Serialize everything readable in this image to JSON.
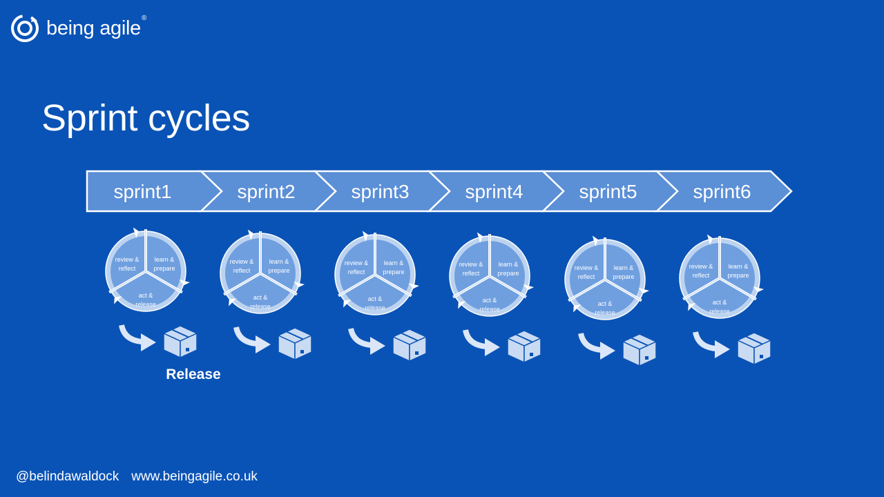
{
  "brand": {
    "logo_icon": "being-agile-logo-icon",
    "name": "being agile",
    "registered_mark": "®"
  },
  "title": "Sprint cycles",
  "colors": {
    "background": "#0a53b6",
    "chevron_fill": "#5b8fd6",
    "cycle_fill": "#6f9fdf",
    "cycle_ring": "#bcd3f0",
    "outline": "#ffffff",
    "arrow": "#dbe7f8",
    "box": "#c9dbf3"
  },
  "sprints": [
    {
      "label": "sprint1",
      "cycle": {
        "review": [
          "review &",
          "reflect"
        ],
        "learn": [
          "learn &",
          "prepare"
        ],
        "act": [
          "act &",
          "release"
        ]
      }
    },
    {
      "label": "sprint2",
      "cycle": {
        "review": [
          "review &",
          "reflect"
        ],
        "learn": [
          "learn &",
          "prepare"
        ],
        "act": [
          "act &",
          "release"
        ]
      }
    },
    {
      "label": "sprint3",
      "cycle": {
        "review": [
          "review &",
          "reflect"
        ],
        "learn": [
          "learn &",
          "prepare"
        ],
        "act": [
          "act &",
          "release"
        ]
      }
    },
    {
      "label": "sprint4",
      "cycle": {
        "review": [
          "review &",
          "reflect"
        ],
        "learn": [
          "learn &",
          "prepare"
        ],
        "act": [
          "act &",
          "release"
        ]
      }
    },
    {
      "label": "sprint5",
      "cycle": {
        "review": [
          "review &",
          "reflect"
        ],
        "learn": [
          "learn &",
          "prepare"
        ],
        "act": [
          "act &",
          "release"
        ]
      }
    },
    {
      "label": "sprint6",
      "cycle": {
        "review": [
          "review &",
          "reflect"
        ],
        "learn": [
          "learn &",
          "prepare"
        ],
        "act": [
          "act &",
          "release"
        ]
      }
    }
  ],
  "release_label": "Release",
  "release_icon": "package-box-icon",
  "arrow_icon": "curved-arrow-icon",
  "footer": {
    "handle": "@belindawaldock",
    "url": "www.beingagile.co.uk"
  }
}
